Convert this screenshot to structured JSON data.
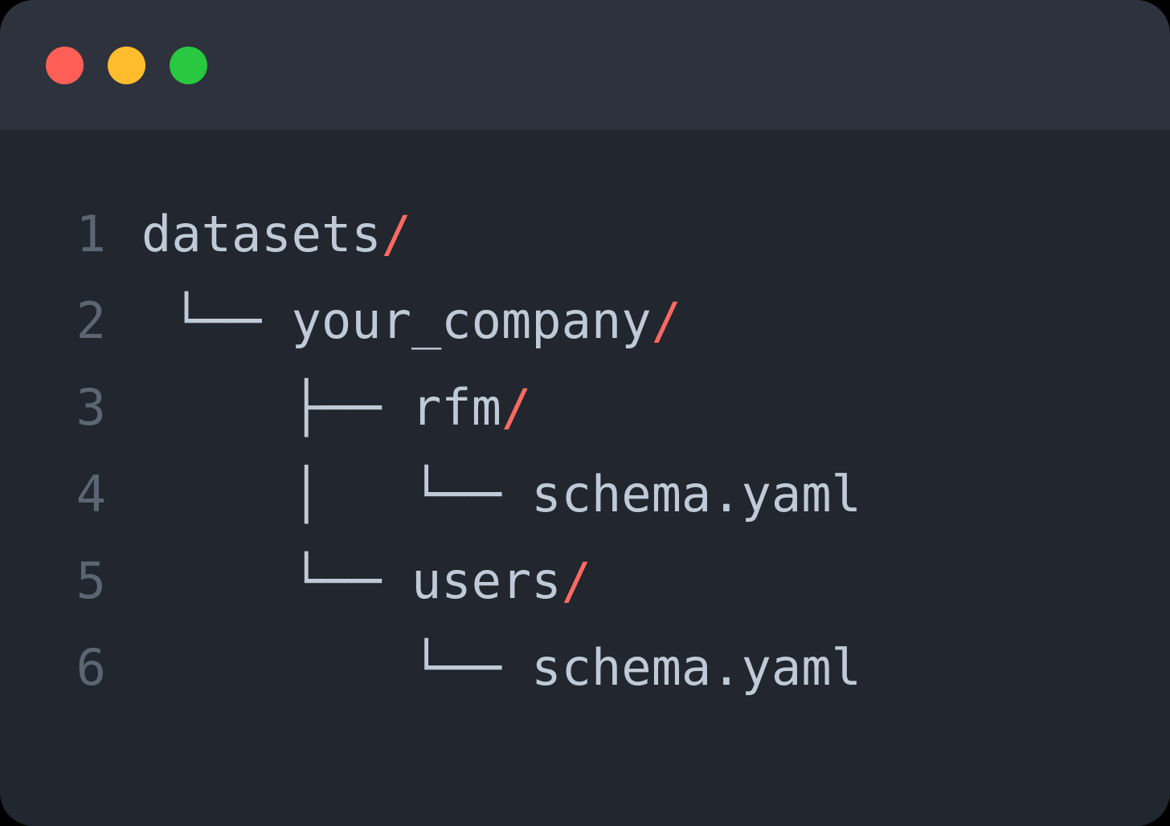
{
  "window": {
    "title_bar": {
      "controls": [
        {
          "name": "close",
          "color": "#ff5f57"
        },
        {
          "name": "minimize",
          "color": "#ffbd2e"
        },
        {
          "name": "maximize",
          "color": "#28c840"
        }
      ]
    },
    "colors": {
      "titlebar_bg": "#2e323c",
      "body_bg": "#22262e",
      "text": "#bfcad6",
      "line_number": "#5b6672",
      "accent_slash": "#fb6a62"
    }
  },
  "code": {
    "language": "tree",
    "lines": [
      {
        "number": "1",
        "indent": "",
        "guide": "",
        "name": "datasets",
        "slash": "/"
      },
      {
        "number": "2",
        "indent": " ",
        "guide": "└── ",
        "name": "your_company",
        "slash": "/"
      },
      {
        "number": "3",
        "indent": "     ",
        "guide": "├── ",
        "name": "rfm",
        "slash": "/"
      },
      {
        "number": "4",
        "indent": "     ",
        "guide": "│   └── ",
        "name": "schema.yaml",
        "slash": ""
      },
      {
        "number": "5",
        "indent": "     ",
        "guide": "└── ",
        "name": "users",
        "slash": "/"
      },
      {
        "number": "6",
        "indent": "     ",
        "guide": "    └── ",
        "name": "schema.yaml",
        "slash": ""
      }
    ]
  }
}
